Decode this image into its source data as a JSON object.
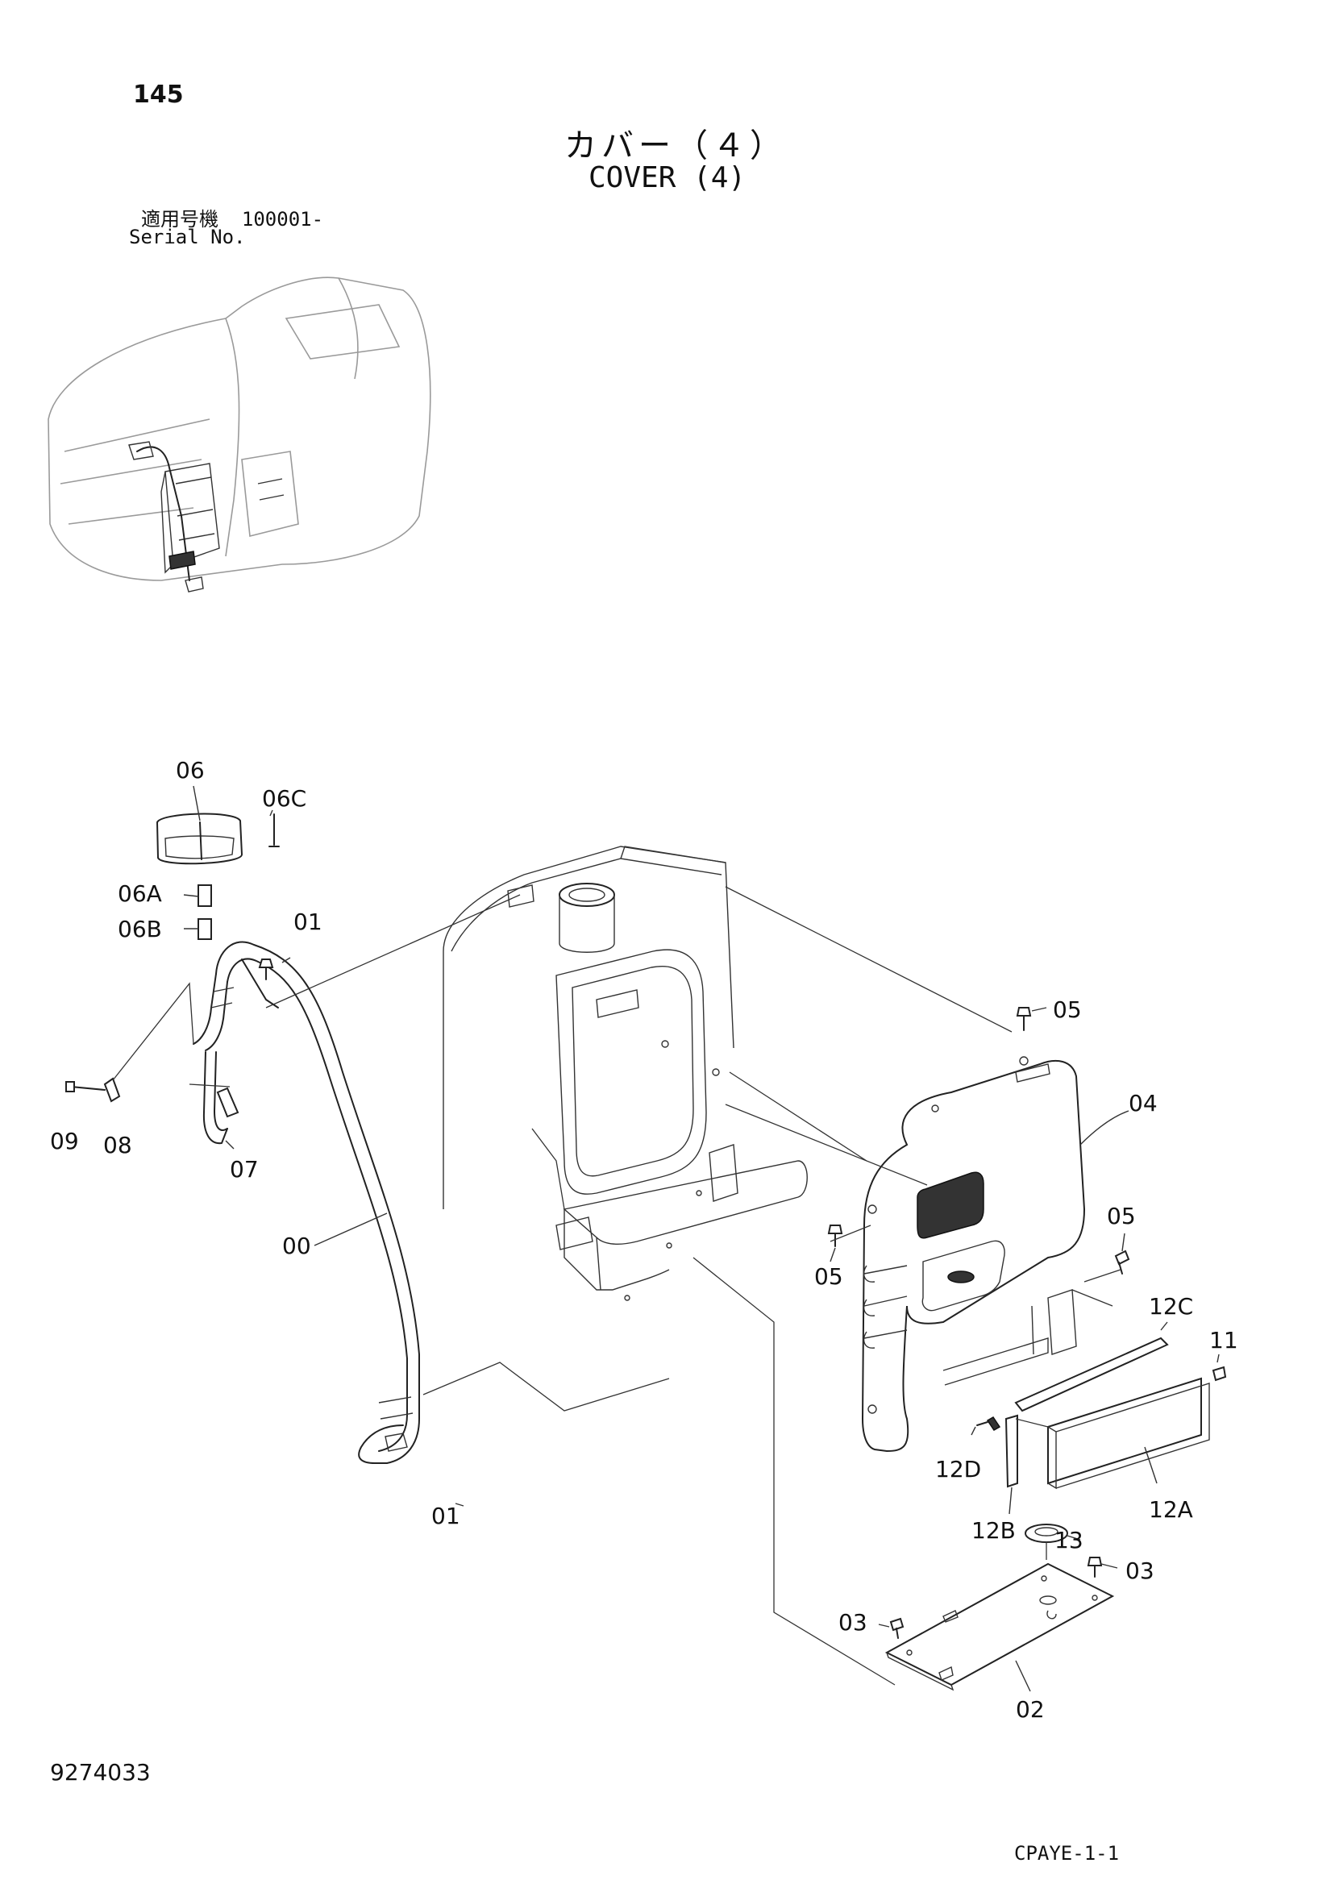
{
  "header": {
    "page_number": "145",
    "title_jp": "カバー（４）",
    "title_en": "COVER (4)",
    "serial_label_jp": "適用号機",
    "serial_value": "100001-",
    "serial_label_en": "Serial No."
  },
  "footer": {
    "document_number": "9274033",
    "catalog_code": "CPAYE-1-1"
  },
  "callouts": [
    {
      "id": "c-06",
      "label": "06"
    },
    {
      "id": "c-06c",
      "label": "06C"
    },
    {
      "id": "c-06a",
      "label": "06A"
    },
    {
      "id": "c-06b",
      "label": "06B"
    },
    {
      "id": "c-01-top",
      "label": "01"
    },
    {
      "id": "c-09",
      "label": "09"
    },
    {
      "id": "c-08",
      "label": "08"
    },
    {
      "id": "c-07",
      "label": "07"
    },
    {
      "id": "c-00",
      "label": "00"
    },
    {
      "id": "c-01-bottom",
      "label": "01"
    },
    {
      "id": "c-05-top",
      "label": "05"
    },
    {
      "id": "c-04",
      "label": "04"
    },
    {
      "id": "c-05-right",
      "label": "05"
    },
    {
      "id": "c-05-left",
      "label": "05"
    },
    {
      "id": "c-12c",
      "label": "12C"
    },
    {
      "id": "c-11",
      "label": "11"
    },
    {
      "id": "c-12d",
      "label": "12D"
    },
    {
      "id": "c-12a",
      "label": "12A"
    },
    {
      "id": "c-12b",
      "label": "12B"
    },
    {
      "id": "c-13",
      "label": "13"
    },
    {
      "id": "c-03-right",
      "label": "03"
    },
    {
      "id": "c-03-left",
      "label": "03"
    },
    {
      "id": "c-02",
      "label": "02"
    }
  ]
}
